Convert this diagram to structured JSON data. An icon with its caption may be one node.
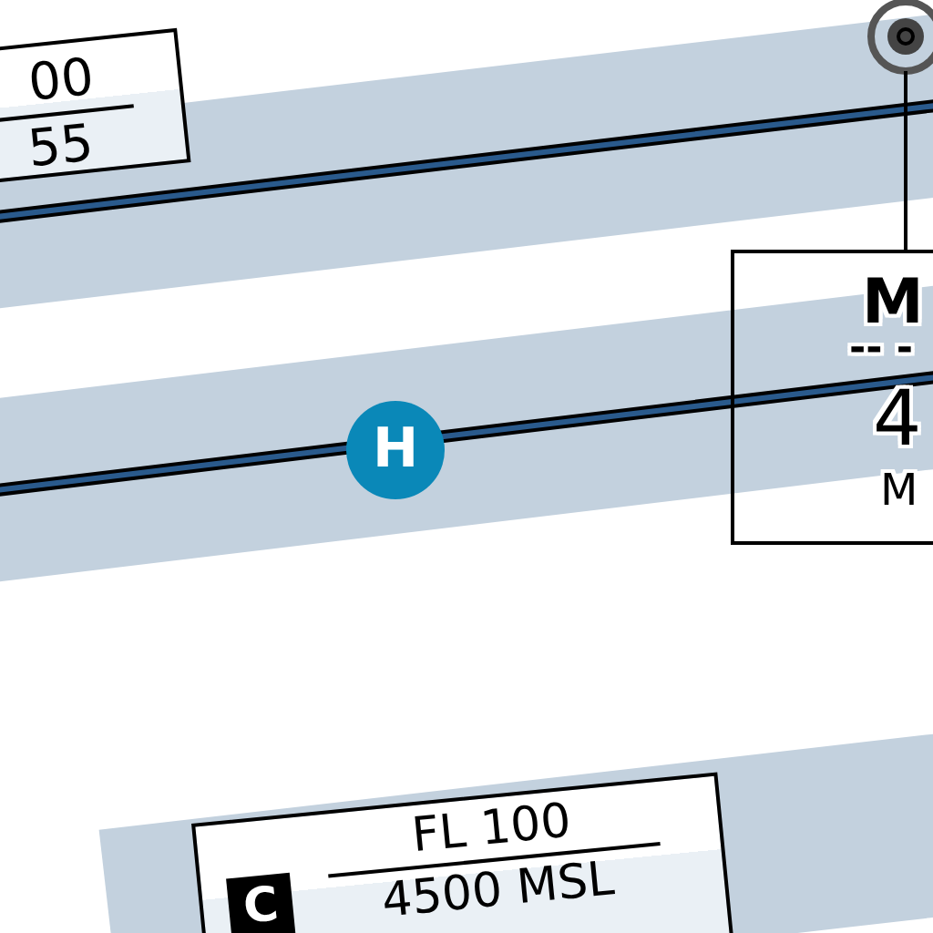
{
  "diagram": {
    "nodes": [
      {
        "text": [
          "00",
          "55"
        ]
      },
      {
        "text": [],
        "shape": "picture"
      },
      {
        "text": [
          "M",
          "-- -",
          "4",
          "M"
        ]
      },
      {
        "text": [
          "H"
        ]
      },
      {
        "text": [
          "C",
          "FL 100",
          "4500 MSL"
        ]
      }
    ],
    "edges": [
      {
        "from": 2,
        "to": 1,
        "arrow": "none"
      }
    ]
  }
}
